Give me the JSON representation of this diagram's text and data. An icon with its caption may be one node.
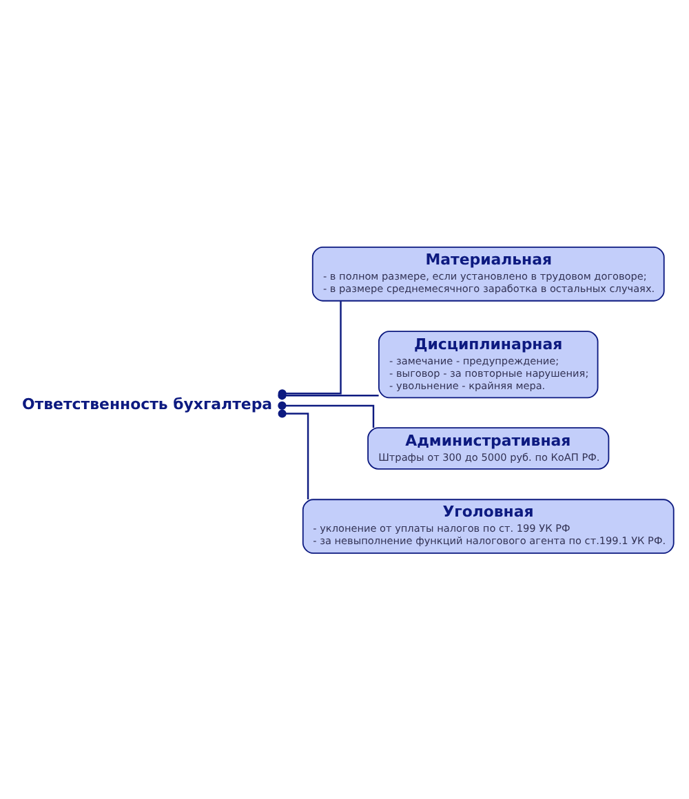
{
  "diagram": {
    "nodes": [
      {
        "text": [
          "Ответственность бухгалтера"
        ]
      },
      {
        "text": [
          "Материальная",
          "- в полном размере, если установлено в трудовом договоре;",
          "- в размере среднемесячного заработка в остальных случаях."
        ]
      },
      {
        "text": [
          "Дисциплинарная",
          "- замечание - предупреждение;",
          "- выговор - за повторные нарушения;",
          "- увольнение - крайняя мера."
        ]
      },
      {
        "text": [
          "Административная",
          "Штрафы от 300 до 5000 руб. по КоАП РФ."
        ]
      },
      {
        "text": [
          "Уголовная",
          "- уклонение от уплаты налогов по ст. 199 УК РФ",
          "- за невыполнение функций налогового агента по ст.199.1 УК РФ."
        ]
      }
    ],
    "edges": [
      {
        "from": 0,
        "to": 1,
        "arrow": "other"
      },
      {
        "from": 0,
        "to": 2,
        "arrow": "other"
      },
      {
        "from": 0,
        "to": 3,
        "arrow": "other"
      },
      {
        "from": 0,
        "to": 4,
        "arrow": "other"
      }
    ]
  }
}
